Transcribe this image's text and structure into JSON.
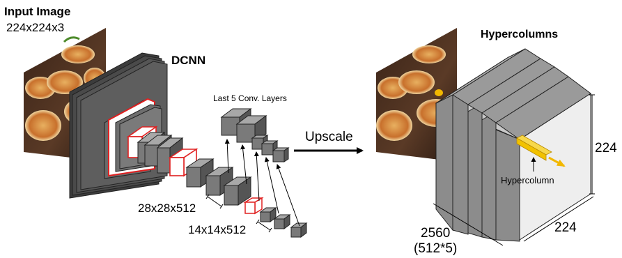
{
  "input_image": {
    "title": "Input Image",
    "size": "224x224x3",
    "scene": "pizza-photo"
  },
  "dcnn": {
    "title": "DCNN",
    "last_layers_label": "Last 5 Conv. Layers",
    "size_label_1": "28x28x512",
    "size_label_2": "14x14x512"
  },
  "upscale": {
    "label": "Upscale"
  },
  "hypercolumns": {
    "title": "Hypercolumns",
    "height_label": "224",
    "width_label": "224",
    "depth_label": "2560",
    "depth_note": "(512*5)",
    "column_label": "Hypercolumn"
  },
  "colors": {
    "layer_face": "#7a7a7a",
    "layer_top": "#a8a8a8",
    "layer_side": "#5a5a5a",
    "highlight": "#e02020",
    "hypercolumn": "#f2c200",
    "slab_gray": "#8c8c8c",
    "slab_light": "#eeeeee"
  }
}
